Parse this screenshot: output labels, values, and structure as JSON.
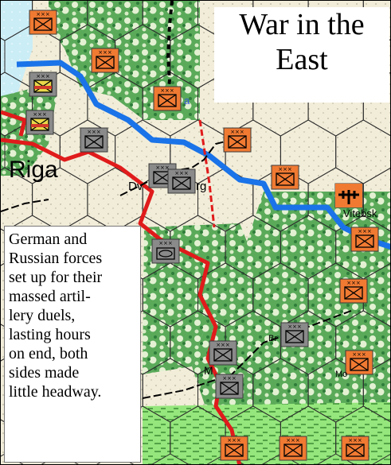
{
  "title": {
    "line1": "War in the",
    "line2": "East"
  },
  "caption": {
    "lines": [
      "German and",
      "Russian forces",
      "set up for their",
      "massed artil-",
      "lery duels,",
      "lasting hours",
      "on end, both",
      "sides made",
      "little headway."
    ]
  },
  "map_labels": {
    "riga": "Riga",
    "dvinsk_fragment": "Dv",
    "dvinsk_tail": "rg",
    "vitebsk_fragment": "Vitebsk",
    "bobruisk_fragment": "Br",
    "minsk_fragment": "M",
    "mogilev_fragment": "Mo",
    "blue_fragment": "a"
  },
  "colors": {
    "terrain_clear": "#f1ecd8",
    "terrain_forest": "#4fa552",
    "terrain_marsh": "#8fe37a",
    "sea": "#c9ecf5",
    "front_line": "#1a73e8",
    "border_line": "#e01b1b",
    "russian_counter": "#f07a32",
    "german_counter": "#8a8a8a"
  }
}
